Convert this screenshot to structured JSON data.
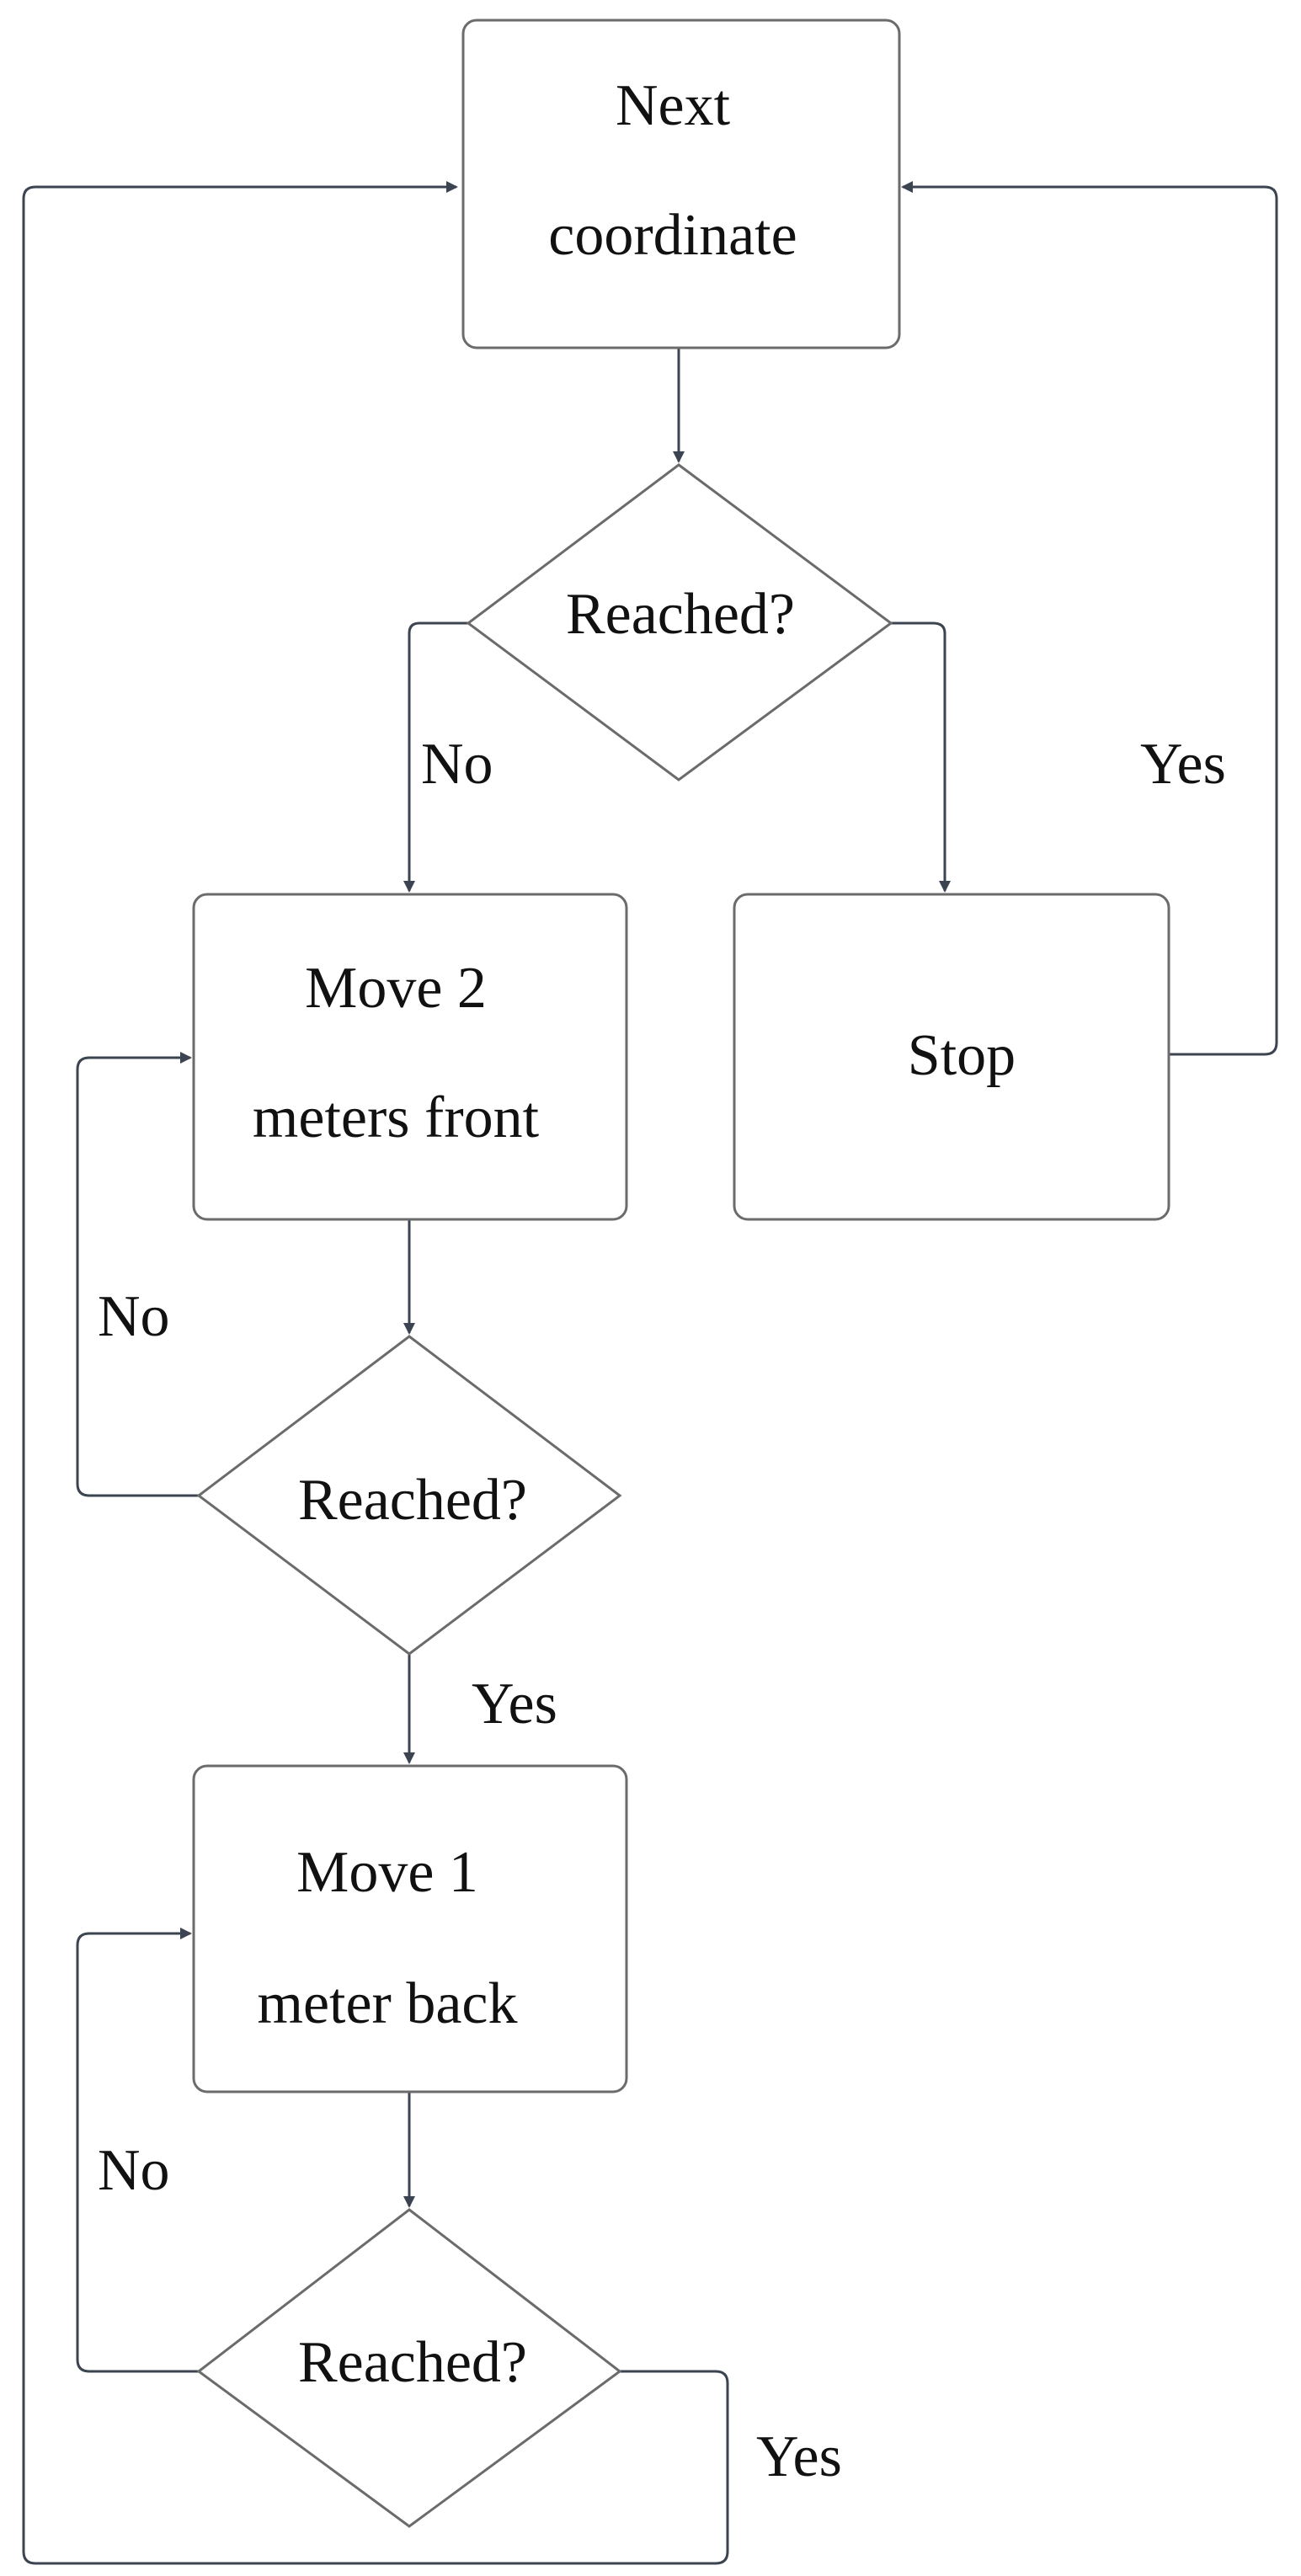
{
  "nodes": {
    "next_coordinate": {
      "line1": "Next",
      "line2": "coordinate"
    },
    "decision_1": {
      "label": "Reached?"
    },
    "move_front": {
      "line1": "Move 2",
      "line2": "meters front"
    },
    "stop": {
      "label": "Stop"
    },
    "decision_2": {
      "label": "Reached?"
    },
    "move_back": {
      "line1": "Move 1",
      "line2": "meter back"
    },
    "decision_3": {
      "label": "Reached?"
    }
  },
  "edges": {
    "decision_1_no": "No",
    "decision_1_yes": "Yes",
    "decision_2_no": "No",
    "decision_2_yes": "Yes",
    "decision_3_no": "No",
    "decision_3_yes": "Yes"
  },
  "colors": {
    "node_border": "#6b6b6b",
    "connector": "#3b4450",
    "text": "#111111",
    "background": "#ffffff"
  }
}
